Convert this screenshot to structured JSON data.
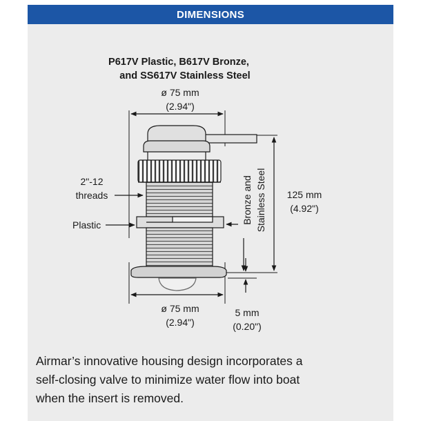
{
  "header": {
    "title": "DIMENSIONS"
  },
  "diagram": {
    "title_line1": "P617V Plastic, B617V Bronze,",
    "title_line2": "and SS617V Stainless Steel",
    "top_diameter_mm": "ø 75 mm",
    "top_diameter_in": "(2.94\")",
    "threads_line1": "2\"-12",
    "threads_line2": "threads",
    "plastic_label": "Plastic",
    "metal_label_line1": "Bronze and",
    "metal_label_line2": "Stainless Steel",
    "height_mm": "125 mm",
    "height_in": "(4.92\")",
    "bottom_diameter_mm": "ø 75 mm",
    "bottom_diameter_in": "(2.94\")",
    "flange_mm": "5 mm",
    "flange_in": "(0.20\")"
  },
  "description": {
    "lines": [
      "Airmar’s innovative housing design incorporates a",
      "self-closing valve to minimize water flow into boat",
      "when the insert is removed."
    ]
  },
  "colors": {
    "header": "#1c56a6",
    "panel": "#ececec",
    "line": "#1a1a1a"
  }
}
